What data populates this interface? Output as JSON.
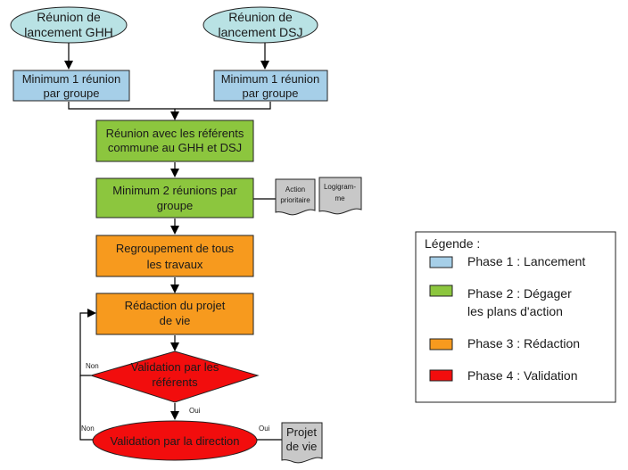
{
  "colors": {
    "phase1": "#a6cfe8",
    "phase1_oval": "#b9e2e4",
    "phase2": "#8cc63e",
    "phase3": "#f79a1e",
    "phase4": "#f20d0d",
    "doc": "#c8c8c8"
  },
  "nodes": {
    "start_ghh": [
      "Réunion de",
      "lancement GHH"
    ],
    "start_dsj": [
      "Réunion de",
      "lancement DSJ"
    ],
    "min1_left": [
      "Minimum 1 réunion",
      "par groupe"
    ],
    "min1_right": [
      "Minimum 1 réunion",
      "par groupe"
    ],
    "referents_meeting": [
      "Réunion avec les référents",
      "commune au GHH et DSJ"
    ],
    "min2": [
      "Minimum 2 réunions par",
      "groupe"
    ],
    "regroupement": [
      "Regroupement de tous",
      "les travaux"
    ],
    "redaction": [
      "Rédaction du projet",
      "de vie"
    ],
    "validation_referents": [
      "Validation par les",
      "référents"
    ],
    "validation_direction": [
      "Validation par la direction"
    ]
  },
  "documents": {
    "action_prioritaire": [
      "Action",
      "prioritaire"
    ],
    "logigramme": [
      "Logigram-",
      "me"
    ],
    "projet_de_vie": [
      "Projet",
      "de vie"
    ]
  },
  "edge_labels": {
    "non_referents": "Non",
    "oui_referents": "Oui",
    "non_direction": "Non",
    "oui_direction": "Oui"
  },
  "legend": {
    "title": "Légende :",
    "items": [
      {
        "lines": [
          "Phase 1 : Lancement"
        ],
        "color": "#a6cfe8"
      },
      {
        "lines": [
          "Phase 2 : Dégager",
          "les plans d'action"
        ],
        "color": "#8cc63e"
      },
      {
        "lines": [
          "Phase 3 : Rédaction"
        ],
        "color": "#f79a1e"
      },
      {
        "lines": [
          "Phase 4 : Validation"
        ],
        "color": "#f20d0d"
      }
    ]
  }
}
